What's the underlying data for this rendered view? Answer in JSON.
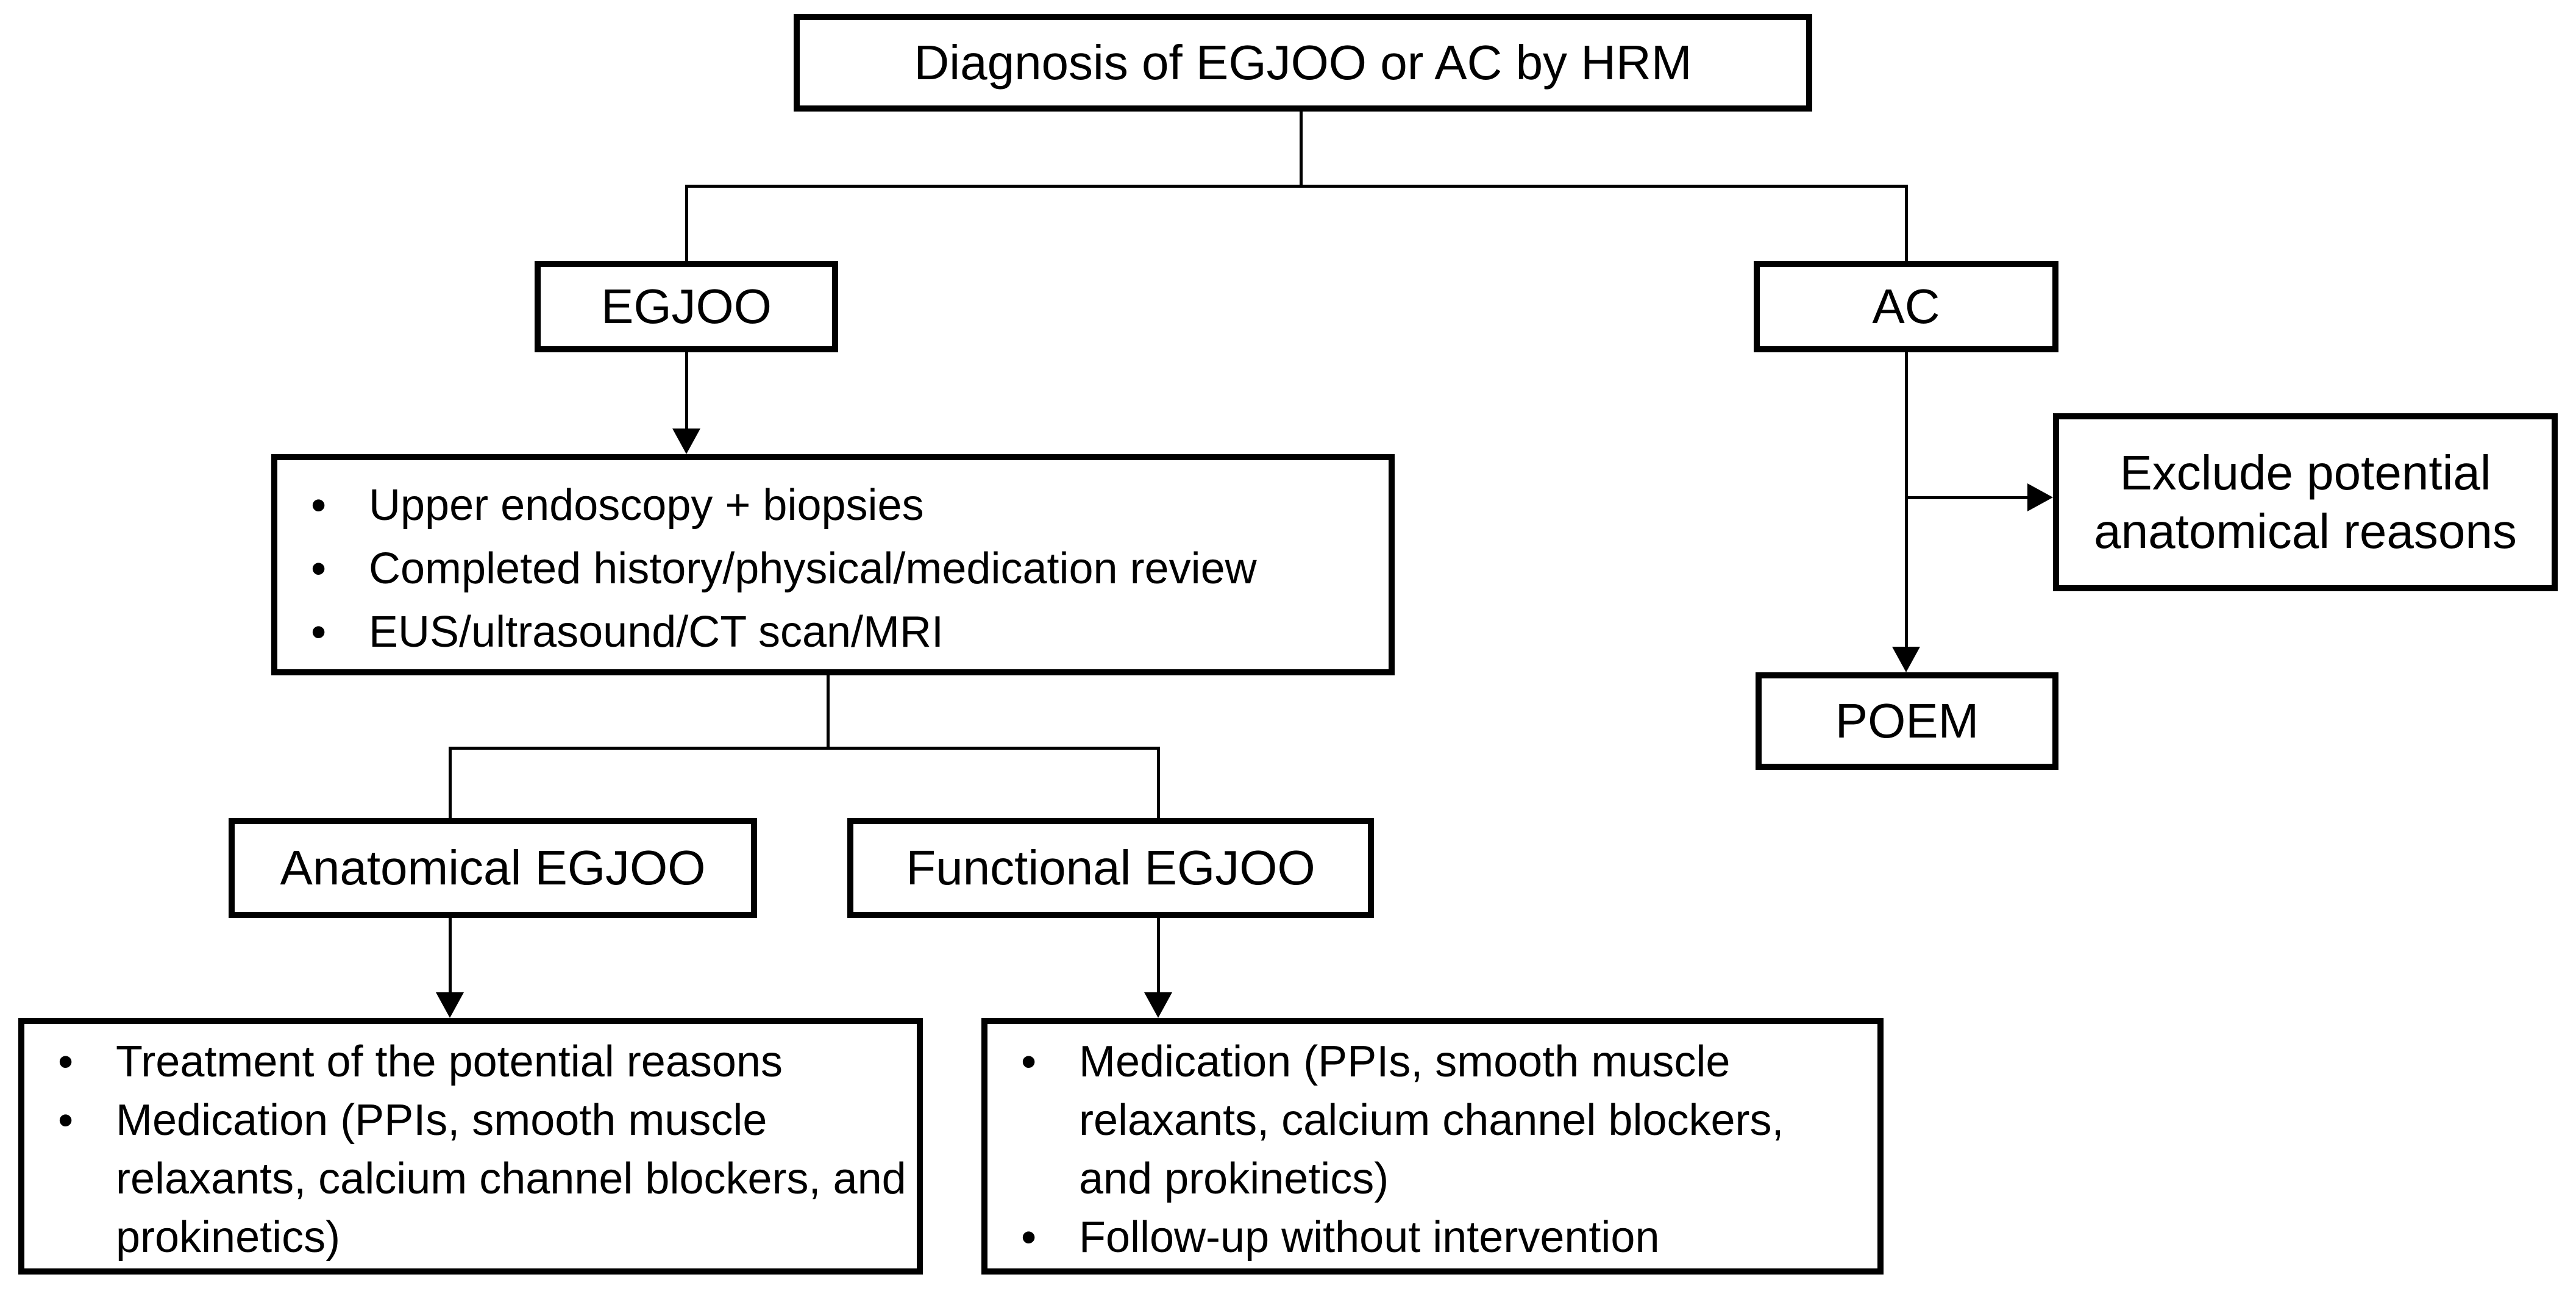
{
  "colors": {
    "background": "#ffffff",
    "line": "#000000",
    "text": "#000000"
  },
  "glyphs": {
    "bullet": "•"
  },
  "nodes": {
    "diagnosis": {
      "label": "Diagnosis of EGJOO or AC by HRM"
    },
    "egjoo": {
      "label": "EGJOO"
    },
    "ac": {
      "label": "AC"
    },
    "workup": {
      "bullets": [
        "Upper endoscopy + biopsies",
        "Completed history/physical/medication review",
        "EUS/ultrasound/CT scan/MRI"
      ]
    },
    "exclude": {
      "label": "Exclude potential anatomical reasons"
    },
    "poem": {
      "label": "POEM"
    },
    "anatomical": {
      "label": "Anatomical EGJOO"
    },
    "functional": {
      "label": "Functional EGJOO"
    },
    "anatomical_plan": {
      "bullets": [
        "Treatment of the potential reasons",
        "Medication (PPIs, smooth muscle relaxants, calcium channel blockers, and prokinetics)"
      ]
    },
    "functional_plan": {
      "bullets": [
        "Medication (PPIs, smooth muscle relaxants, calcium channel blockers, and prokinetics)",
        "Follow-up without intervention"
      ]
    }
  }
}
